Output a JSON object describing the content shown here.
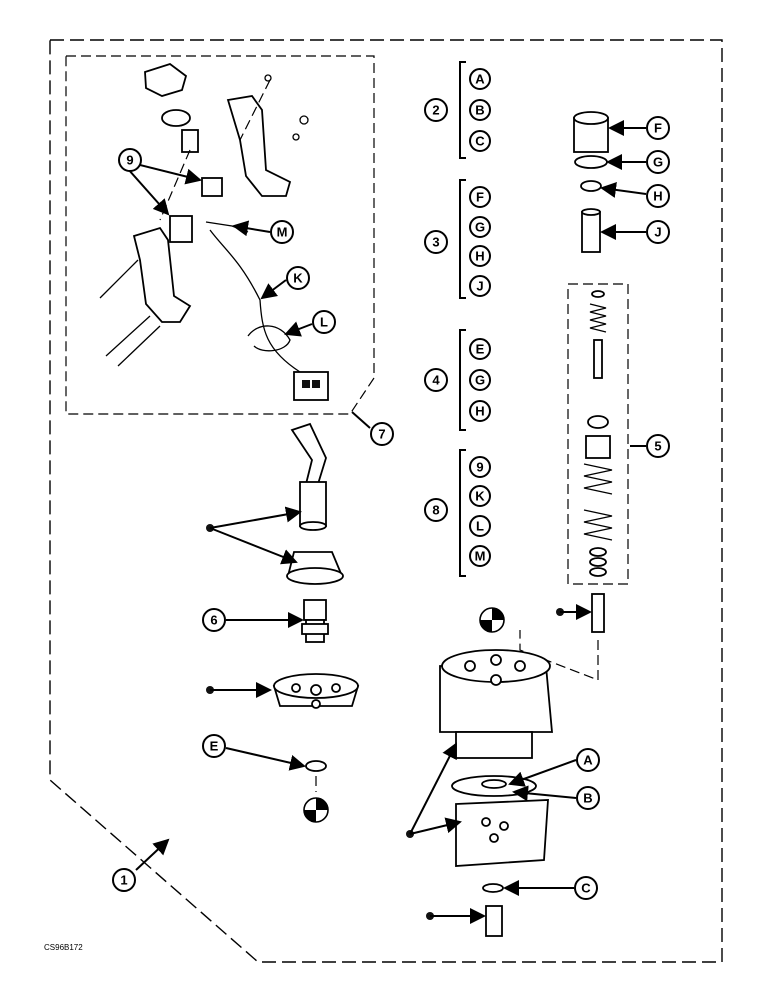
{
  "figure_code": "CS96B172",
  "callouts": {
    "c1": "1",
    "c2": "2",
    "c3": "3",
    "c4": "4",
    "c5": "5",
    "c6": "6",
    "c7": "7",
    "c8": "8",
    "c9": "9",
    "A": "A",
    "B": "B",
    "C": "C",
    "E": "E",
    "F": "F",
    "G": "G",
    "H": "H",
    "J": "J",
    "K": "K",
    "L": "L",
    "M": "M"
  },
  "kits": [
    {
      "id": "2",
      "items": [
        "A",
        "B",
        "C"
      ]
    },
    {
      "id": "3",
      "items": [
        "F",
        "G",
        "H",
        "J"
      ]
    },
    {
      "id": "4",
      "items": [
        "E",
        "G",
        "H"
      ]
    },
    {
      "id": "8",
      "items": [
        "9",
        "K",
        "L",
        "M"
      ]
    }
  ]
}
